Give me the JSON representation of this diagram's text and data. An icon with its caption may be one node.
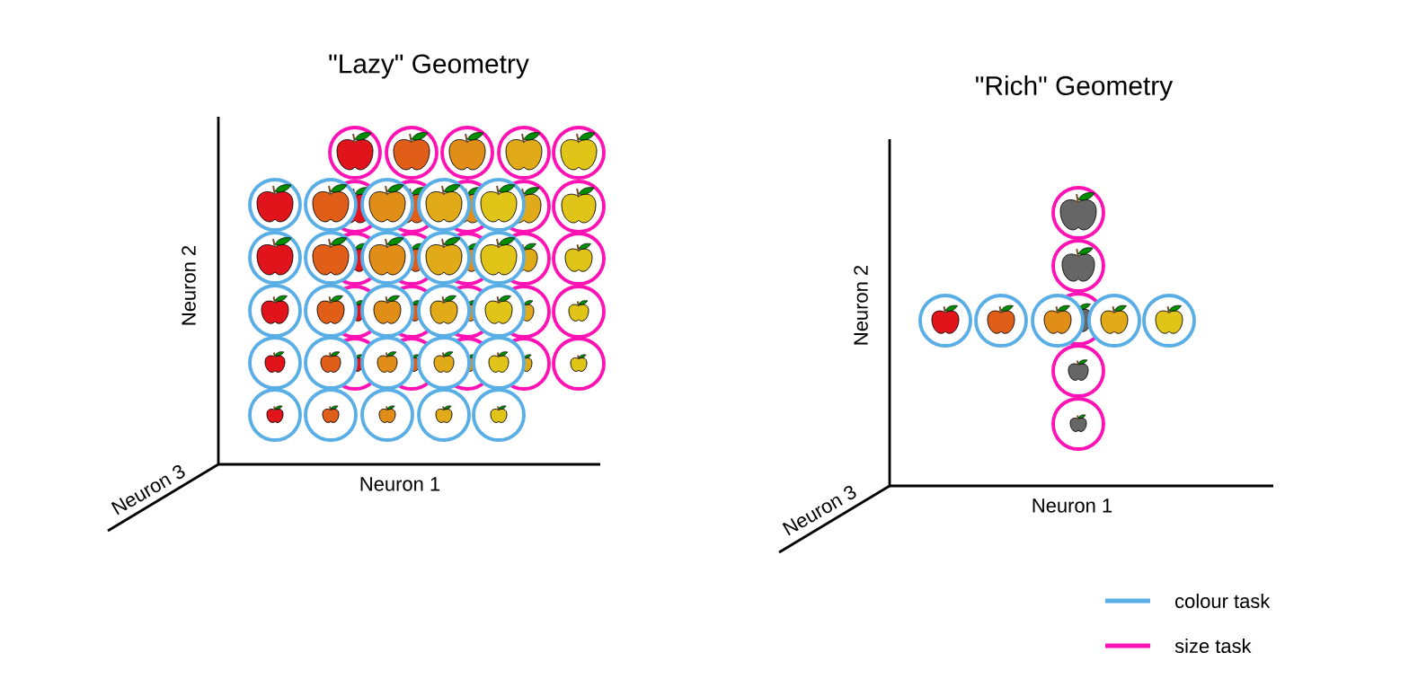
{
  "diagram": {
    "labels": [
      "\"Lazy\" Geometry",
      "Neuron 2",
      "Neuron 3",
      "Neuron 1",
      "\"Rich\" Geometry",
      "Neuron 2",
      "Neuron 3",
      "Neuron 1"
    ],
    "legend": [
      {
        "text": "colour task",
        "color": "#5aaee6"
      },
      {
        "text": "size task",
        "color": "#ff12b4"
      }
    ]
  }
}
